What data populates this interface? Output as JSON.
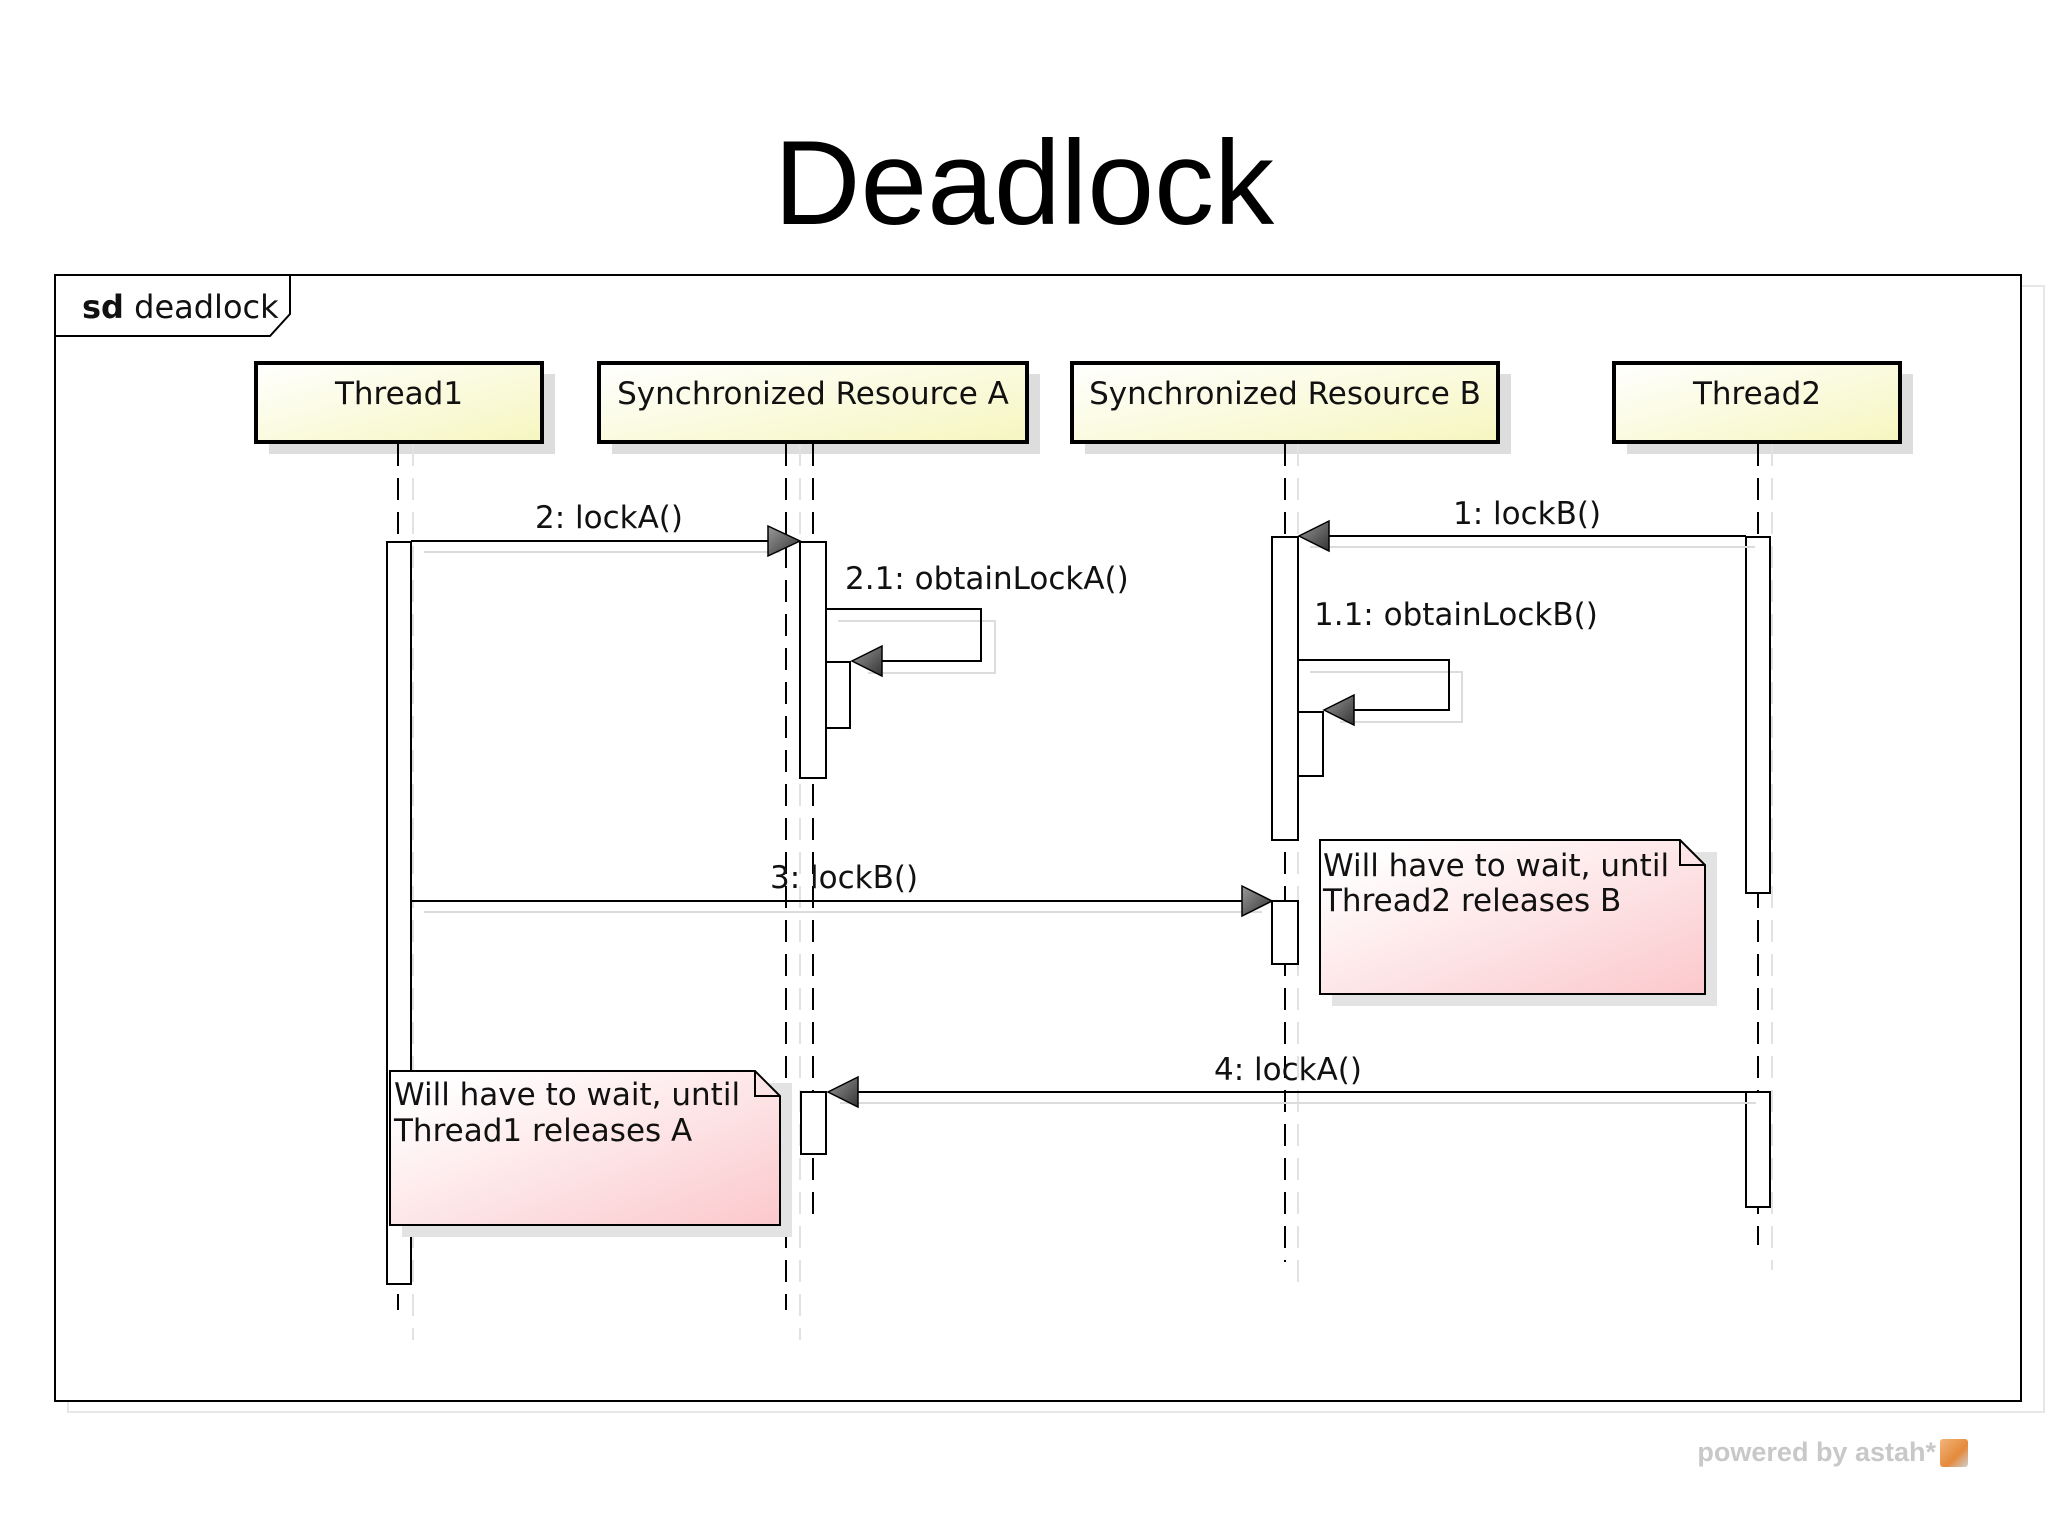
{
  "title": "Deadlock",
  "frame": {
    "keyword": "sd",
    "name": "deadlock"
  },
  "lifelines": [
    {
      "id": "thread1",
      "label": "Thread1"
    },
    {
      "id": "resource_a",
      "label": "Synchronized Resource A"
    },
    {
      "id": "resource_b",
      "label": "Synchronized Resource B"
    },
    {
      "id": "thread2",
      "label": "Thread2"
    }
  ],
  "messages": [
    {
      "label": "1: lockB()",
      "from": "thread2",
      "to": "resource_b"
    },
    {
      "label": "1.1: obtainLockB()",
      "from": "resource_b",
      "to": "resource_b"
    },
    {
      "label": "2: lockA()",
      "from": "thread1",
      "to": "resource_a"
    },
    {
      "label": "2.1: obtainLockA()",
      "from": "resource_a",
      "to": "resource_a"
    },
    {
      "label": "3: lockB()",
      "from": "thread1",
      "to": "resource_b"
    },
    {
      "label": "4: lockA()",
      "from": "thread2",
      "to": "resource_a"
    }
  ],
  "notes": [
    {
      "lines": [
        "Will have to wait, until",
        "Thread2 releases B"
      ]
    },
    {
      "lines": [
        "Will have to wait, until",
        "Thread1 releases A"
      ]
    }
  ],
  "colors": {
    "lifeline_fill_start": "#ffffff",
    "lifeline_fill_end": "#f6f6c0",
    "note_fill_start": "#ffffff",
    "note_fill_end": "#fbc8cc"
  },
  "watermark": "powered by astah*"
}
